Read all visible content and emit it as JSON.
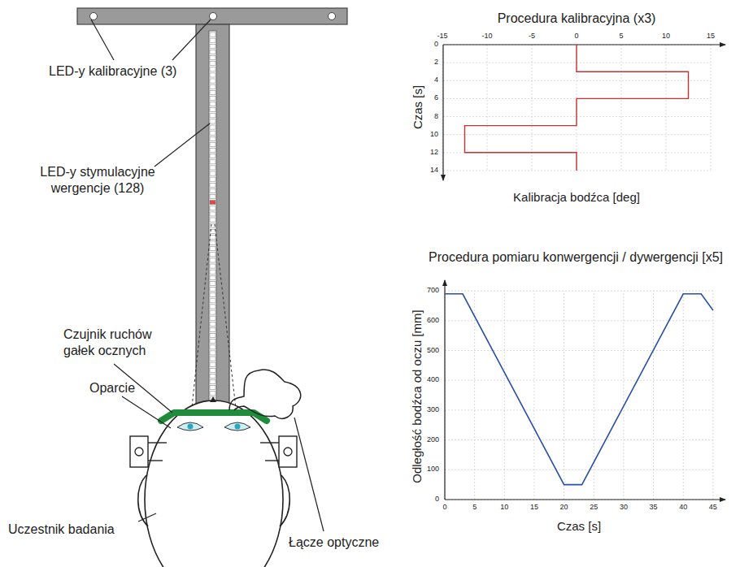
{
  "diagram": {
    "labels": [
      "LED-y kalibracyjne (3)",
      "LED-y stymulacyjne wergencje (128)",
      "Czujnik ruchów gałek ocznych",
      "Oparcie",
      "Uczestnik badania",
      "Łącze optyczne",
      "Procedura kalibracyjna (x3)",
      "-15",
      "-10",
      "-5",
      "0",
      "5",
      "10",
      "15",
      "0",
      "2",
      "4",
      "6",
      "8",
      "10",
      "12",
      "14",
      "Czas [s]",
      "Kalibracja bodźca [deg]",
      "Procedura pomiaru konwergencji / dywergencji [x5]",
      "0",
      "100",
      "200",
      "300",
      "400",
      "500",
      "600",
      "700",
      "0",
      "5",
      "10",
      "15",
      "20",
      "25",
      "30",
      "35",
      "40",
      "45",
      "Odległość bodźca od oczu [mm]",
      "Czas [s]"
    ]
  }
}
